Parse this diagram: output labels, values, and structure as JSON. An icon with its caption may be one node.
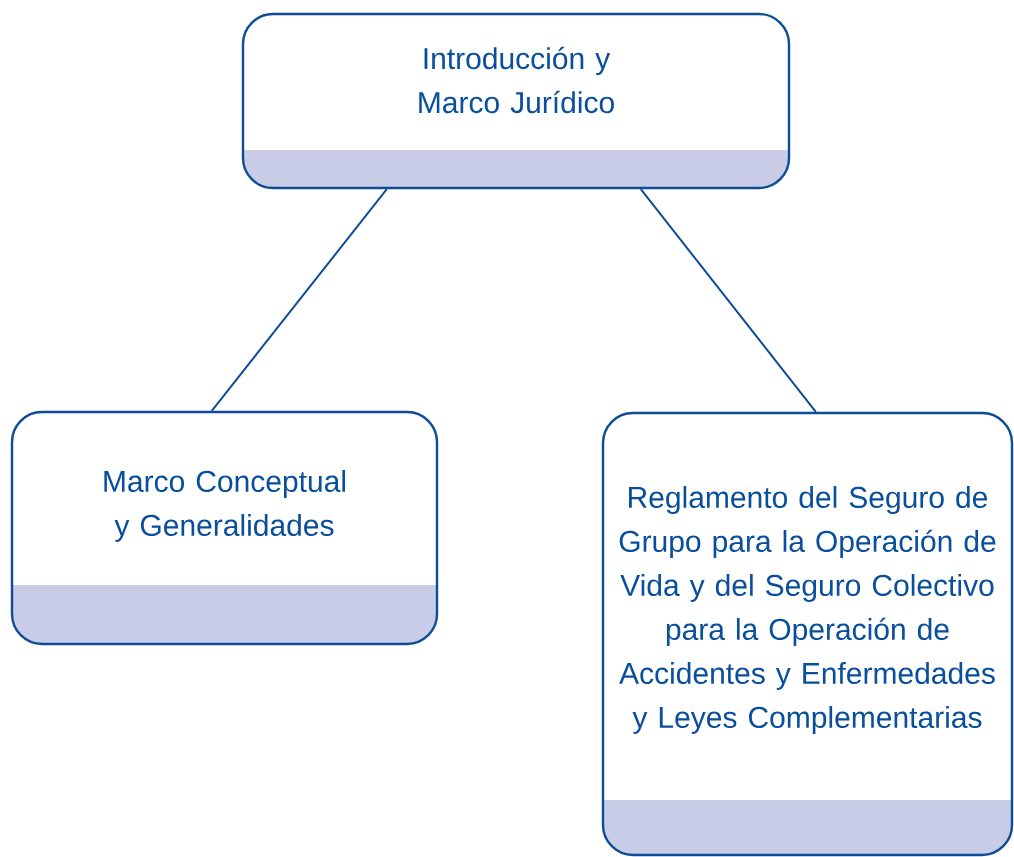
{
  "diagram": {
    "nodes": [
      {
        "text": [
          "Introducción y Marco Jurídico"
        ]
      },
      {
        "text": [
          "Marco Conceptual y Generalidades"
        ]
      },
      {
        "text": [
          "Reglamento del Seguro de Grupo para la Operación de Vida y del Seguro Colectivo para la Operación de Accidentes y Enfermedades y Leyes Complementarias"
        ]
      }
    ],
    "edges": [
      {
        "from": 0,
        "to": 1,
        "arrow": "none"
      },
      {
        "from": 0,
        "to": 2,
        "arrow": "none"
      }
    ]
  }
}
